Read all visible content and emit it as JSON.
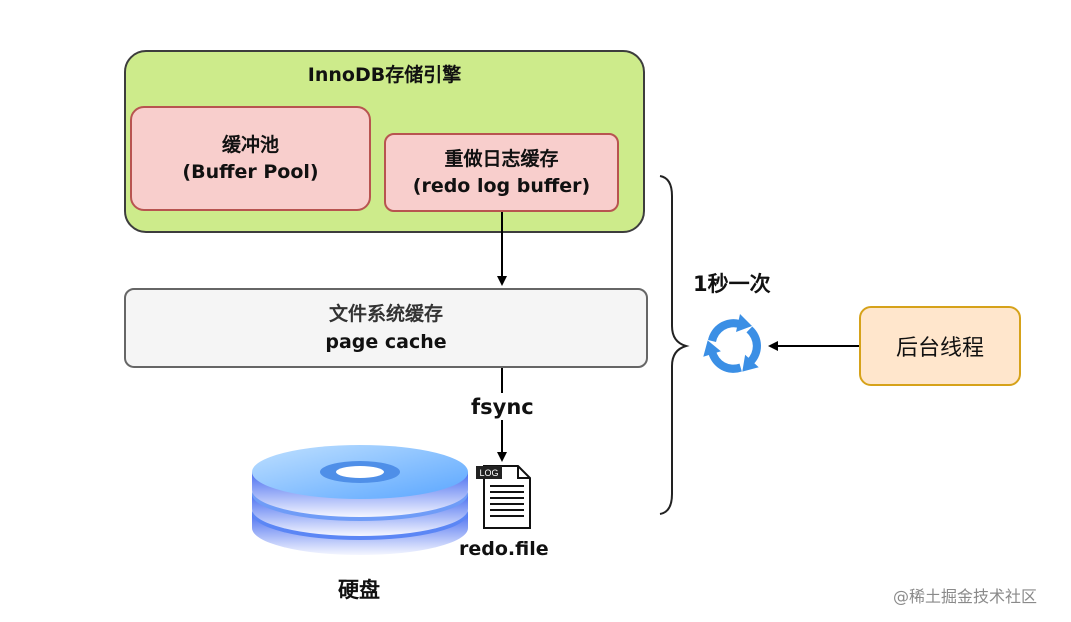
{
  "innodb": {
    "title": "InnoDB存储引擎"
  },
  "buffer_pool": {
    "line1": "缓冲池",
    "line2": "(Buffer Pool)"
  },
  "redo_buffer": {
    "line1": "重做日志缓存",
    "line2": "(redo log buffer)"
  },
  "page_cache": {
    "line1": "文件系统缓存",
    "line2": "page cache"
  },
  "background_thread": {
    "label": "后台线程"
  },
  "frequency_label": "1秒一次",
  "fsync_label": "fsync",
  "redo_file_label": "redo.file",
  "log_badge": "LOG",
  "disk_label": "硬盘",
  "watermark": "@稀土掘金技术社区",
  "colors": {
    "innodb_fill": "#cdeb8b",
    "inner_box_fill": "#f8cecc",
    "inner_box_border": "#b85450",
    "page_cache_fill": "#f5f5f5",
    "thread_fill": "#ffe6cc",
    "thread_border": "#d6a21a",
    "cycle_icon": "#3b8fe5",
    "disk_blue": "#4a7ff0"
  },
  "icons": [
    "cycle-arrows-icon",
    "log-file-icon",
    "hard-disk-icon"
  ]
}
